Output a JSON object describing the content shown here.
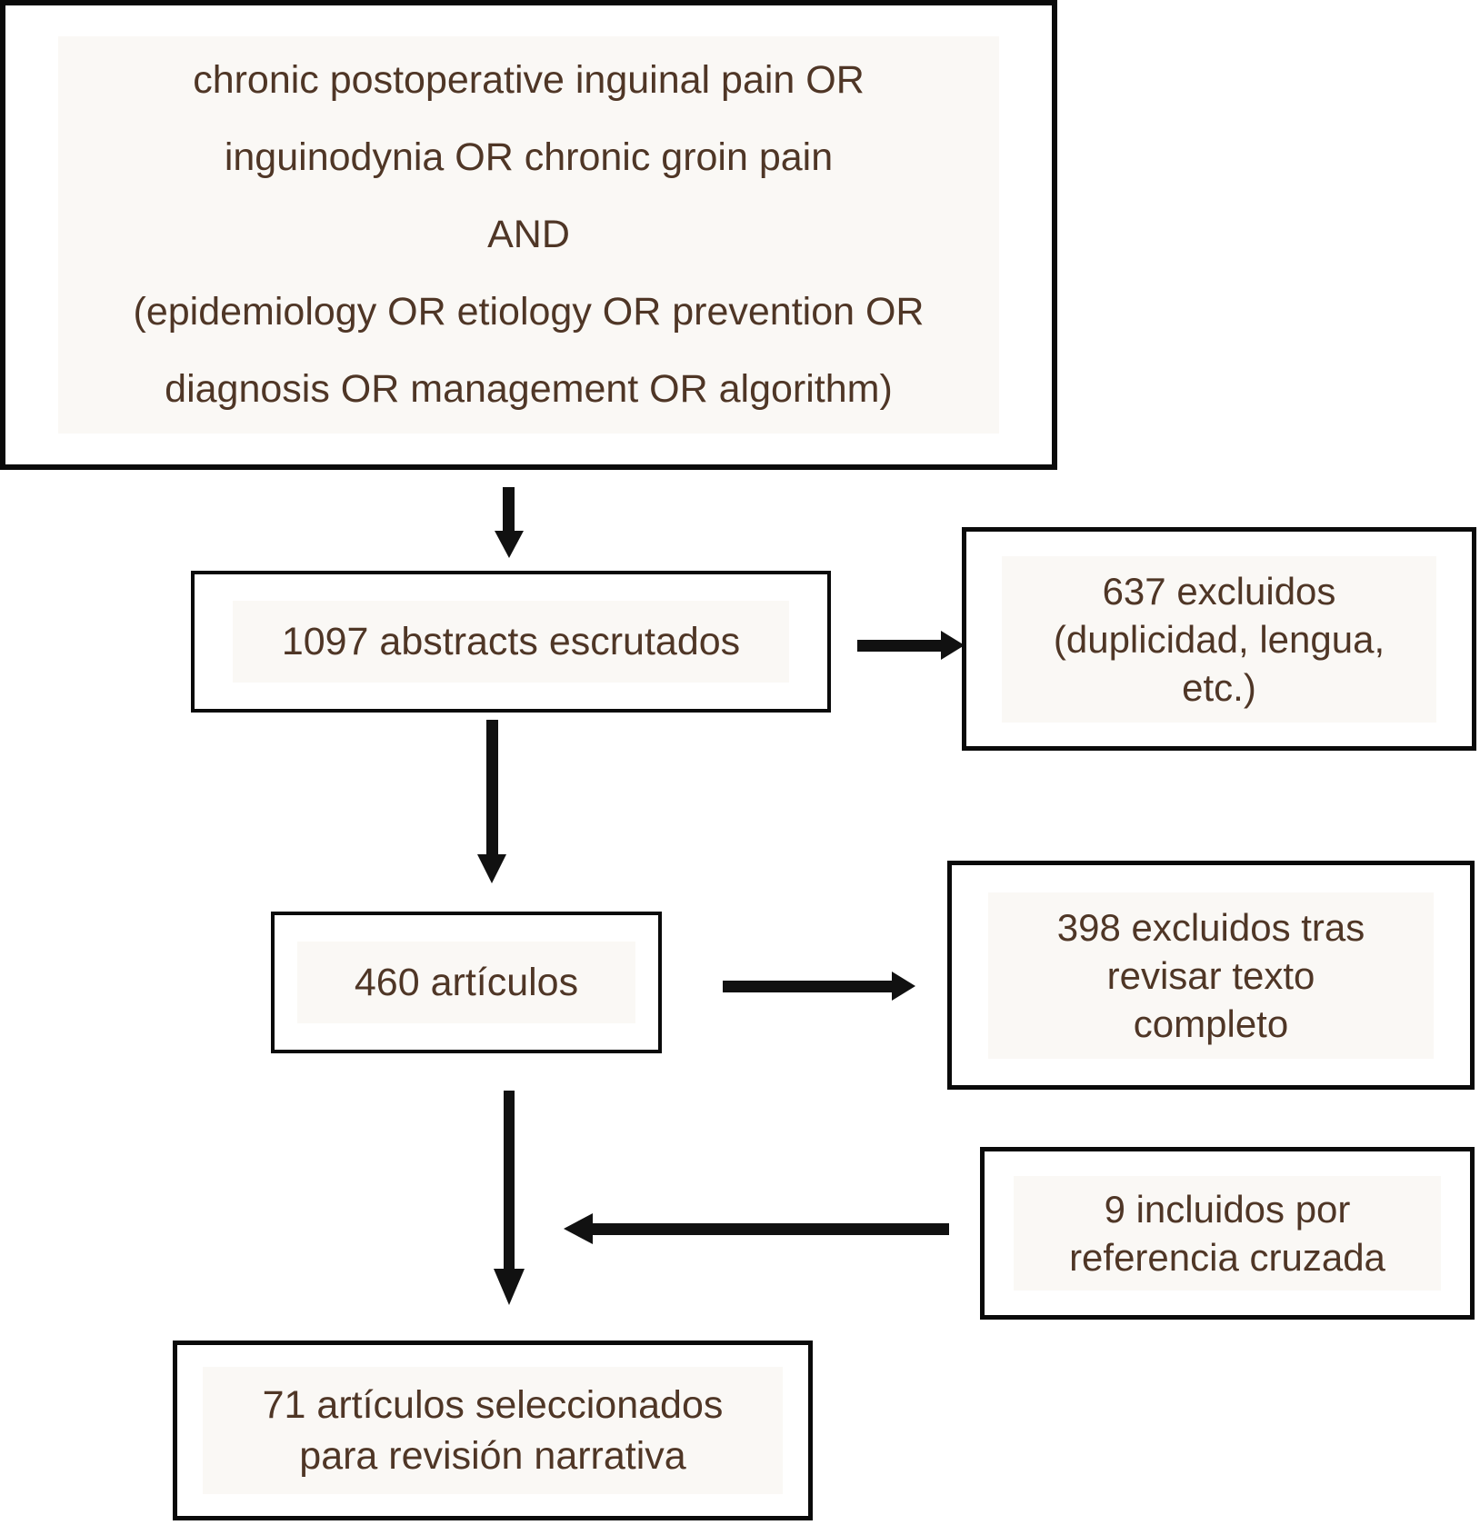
{
  "colors": {
    "text_brown": "#4f3626",
    "border_black": "#0a0a0a",
    "background": "#ffffff"
  },
  "flowchart": {
    "query_box": {
      "lines": [
        "chronic postoperative inguinal pain OR",
        "inguinodynia OR chronic groin pain",
        "AND",
        "(epidemiology OR etiology OR prevention OR",
        "diagnosis OR management OR algorithm)"
      ]
    },
    "screened_box": {
      "label": "1097 abstracts escrutados"
    },
    "excluded_box": {
      "lines": [
        "637 excluidos",
        "(duplicidad, lengua,",
        "etc.)"
      ]
    },
    "articles_box": {
      "label": "460 artículos"
    },
    "fulltext_excluded_box": {
      "lines": [
        "398 excluidos tras",
        "revisar texto",
        "completo"
      ]
    },
    "crossref_included_box": {
      "lines": [
        "9 incluidos por",
        "referencia cruzada"
      ]
    },
    "selected_box": {
      "lines": [
        "71 artículos seleccionados",
        "para revisión narrativa"
      ]
    }
  }
}
